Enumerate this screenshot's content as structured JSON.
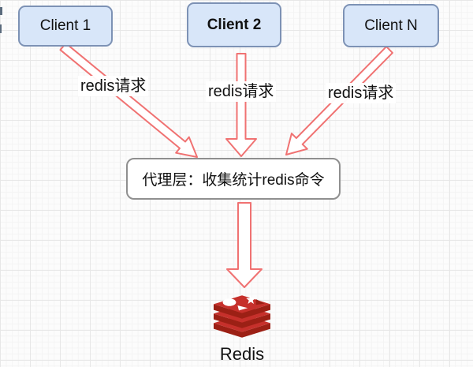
{
  "diagram": {
    "clients": [
      {
        "label": "Client 1"
      },
      {
        "label": "Client 2"
      },
      {
        "label": "Client N"
      }
    ],
    "edge_labels": [
      "redis请求",
      "redis请求",
      "redis请求"
    ],
    "proxy_label": "代理层：收集统计redis命令",
    "redis_label": "Redis"
  },
  "colors": {
    "client_fill": "#d8e6f9",
    "client_border": "#7d92b5",
    "proxy_fill": "#ffffff",
    "proxy_border": "#8f8f8f",
    "arrow": "#f07272",
    "redis_red": "#c6302b",
    "redis_dark": "#9c2015",
    "text": "#111111"
  }
}
